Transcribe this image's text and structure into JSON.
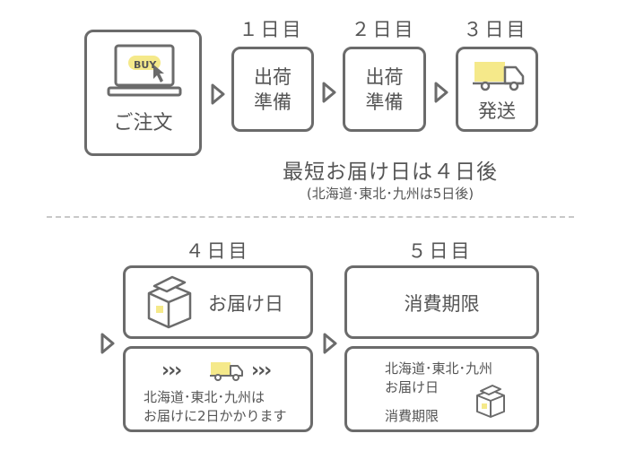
{
  "steps": {
    "order_label": "ご注文",
    "buy_badge": "BUY",
    "day1": "１日目",
    "day2": "２日目",
    "day3": "３日目",
    "prep1_line1": "出荷",
    "prep1_line2": "準備",
    "prep2_line1": "出荷",
    "prep2_line2": "準備",
    "ship_label": "発送"
  },
  "summary": {
    "fastest": "最短お届け日は４日後",
    "exception": "(北海道･東北･九州は5日後)"
  },
  "lower": {
    "day4": "４日目",
    "day5": "５日目",
    "delivery_label": "お届け日",
    "expiry_label": "消費期限",
    "chevrons_left": "›››",
    "chevrons_right": "›››",
    "regions_note_line1": "北海道･東北･九州は",
    "regions_note_line2": "お届けに2日かかります",
    "regions_line1": "北海道･東北･九州",
    "regions_line2": "お届け日",
    "regions_expiry": "消費期限"
  },
  "colors": {
    "border": "#6b6b6b",
    "accent_yellow": "#f5e98a",
    "text": "#555555",
    "divider": "#c8c8c8"
  }
}
